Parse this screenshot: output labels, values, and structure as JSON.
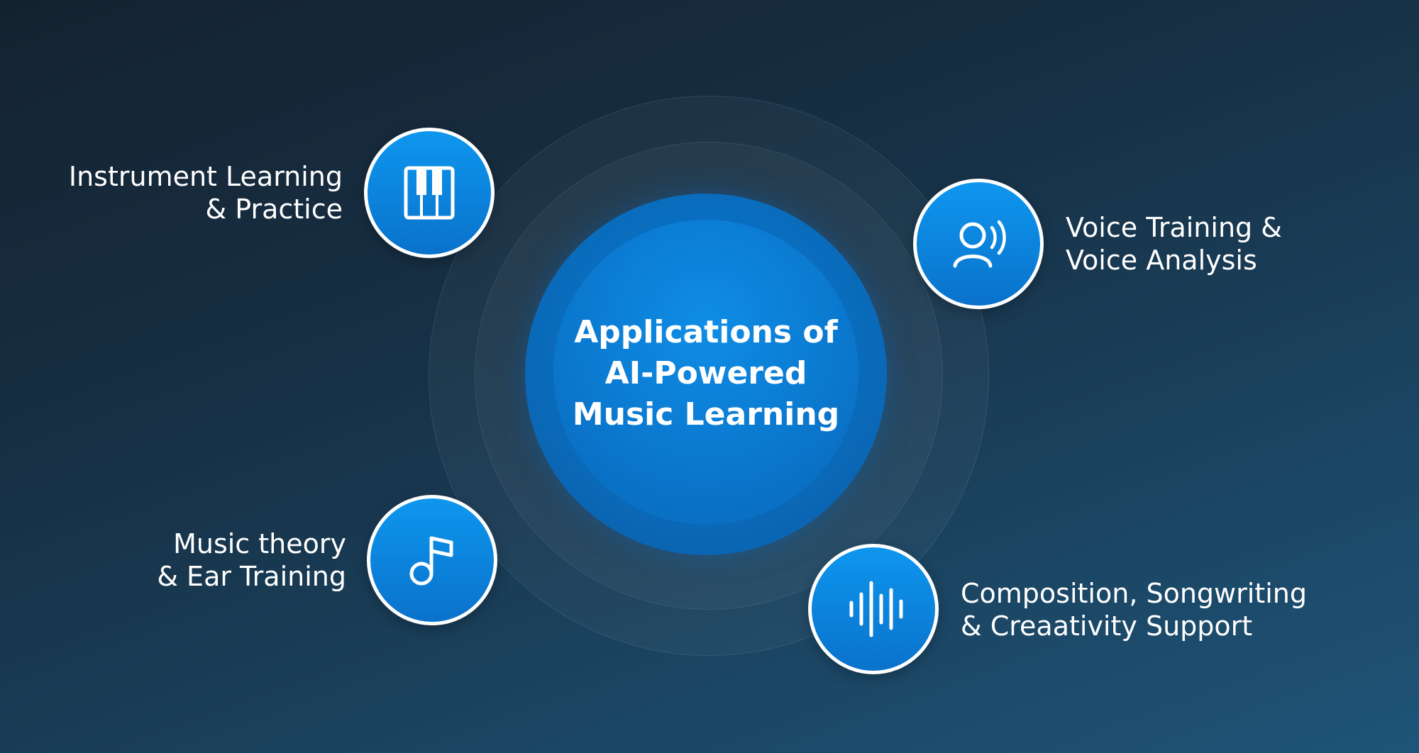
{
  "center": {
    "title_lines": [
      "Applications of",
      "AI-Powered",
      "Music Learning"
    ]
  },
  "nodes": [
    {
      "id": "instrument",
      "icon": "piano-keys-icon",
      "label_lines": [
        "Instrument Learning",
        "& Practice"
      ]
    },
    {
      "id": "voice",
      "icon": "person-voice-icon",
      "label_lines": [
        "Voice Training &",
        "Voice Analysis"
      ]
    },
    {
      "id": "theory",
      "icon": "music-note-icon",
      "label_lines": [
        "Music theory",
        "& Ear Training"
      ]
    },
    {
      "id": "composition",
      "icon": "sound-wave-icon",
      "label_lines": [
        "Composition, Songwriting",
        "& Creaativity Support"
      ]
    }
  ],
  "colors": {
    "background_dark": "#14222f",
    "background_light": "#1f5478",
    "hub_blue": "#0a76cc",
    "node_blue": "#0e96ee",
    "node_border": "#ffffff"
  }
}
